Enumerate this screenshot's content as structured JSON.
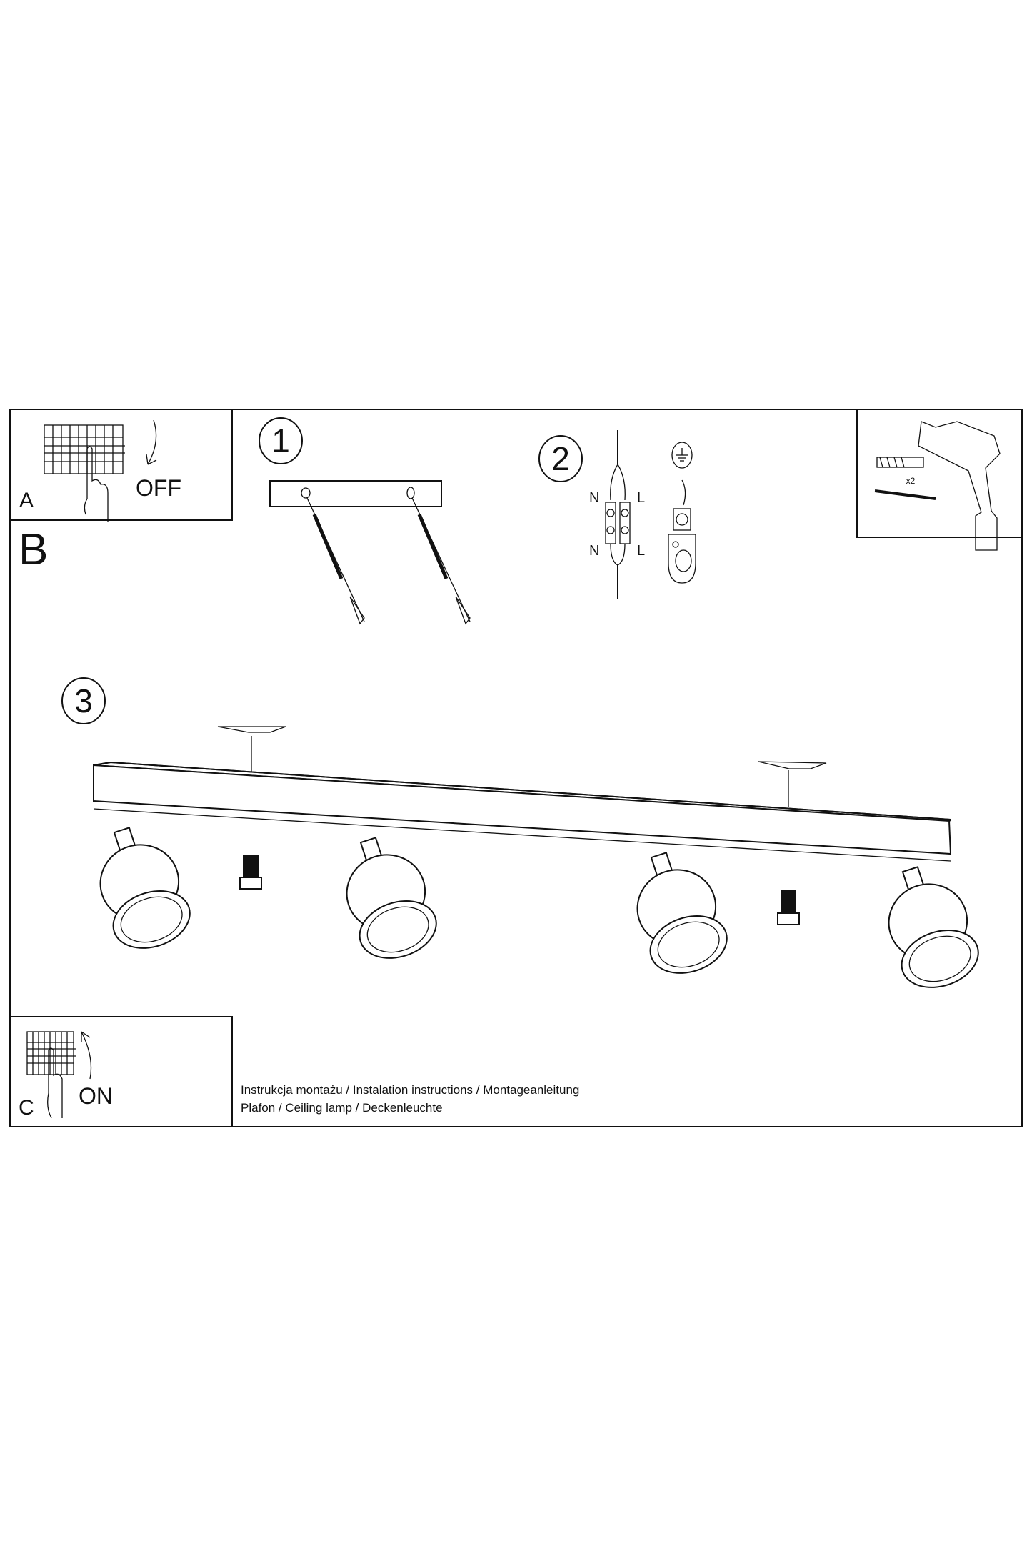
{
  "panel_a": {
    "letter": "A",
    "label": "OFF"
  },
  "panel_b": {
    "letter": "B"
  },
  "panel_c": {
    "letter": "C",
    "label": "ON"
  },
  "steps": {
    "step1": "1",
    "step2": "2",
    "step3": "3"
  },
  "wiring": {
    "n_top": "N",
    "l_top": "L",
    "n_bottom": "N",
    "l_bottom": "L"
  },
  "tools": {
    "quantity": "x2"
  },
  "footer": {
    "line1": "Instrukcja montażu / Instalation instructions / Montageanleitung",
    "line2": "Plafon / Ceiling lamp / Deckenleuchte"
  }
}
